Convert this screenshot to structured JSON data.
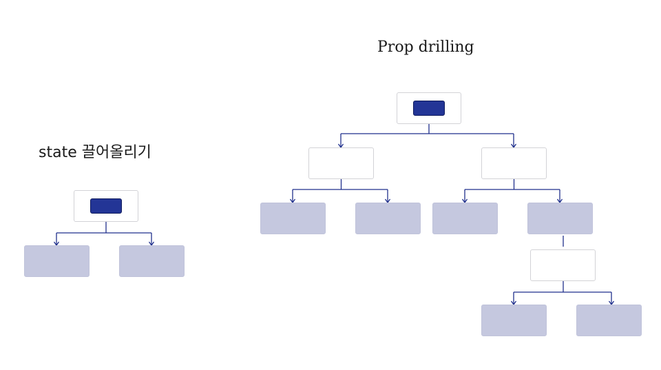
{
  "titles": {
    "left": "state 끌어올리기",
    "right": "Prop drilling"
  },
  "colors": {
    "connector": "#1f2f8c",
    "state_fill": "#233596",
    "filled_node": "#c5c8df",
    "outline_node_border": "#d2d2d6"
  },
  "diagrams": [
    {
      "name": "state-lifting-tree",
      "nodes": [
        {
          "id": "L-root",
          "kind": "outline",
          "holds_state": true
        },
        {
          "id": "L-child-1",
          "kind": "filled",
          "parent": "L-root"
        },
        {
          "id": "L-child-2",
          "kind": "filled",
          "parent": "L-root"
        }
      ]
    },
    {
      "name": "prop-drilling-tree",
      "nodes": [
        {
          "id": "R-root",
          "kind": "outline",
          "holds_state": true
        },
        {
          "id": "R-mid-1",
          "kind": "outline",
          "parent": "R-root"
        },
        {
          "id": "R-mid-2",
          "kind": "outline",
          "parent": "R-root"
        },
        {
          "id": "R-leaf-1",
          "kind": "filled",
          "parent": "R-mid-1"
        },
        {
          "id": "R-leaf-2",
          "kind": "filled",
          "parent": "R-mid-1"
        },
        {
          "id": "R-leaf-3",
          "kind": "filled",
          "parent": "R-mid-2"
        },
        {
          "id": "R-leaf-4",
          "kind": "filled",
          "parent": "R-mid-2"
        },
        {
          "id": "R-pass-through",
          "kind": "outline",
          "parent": "R-leaf-4"
        },
        {
          "id": "R-deep-1",
          "kind": "filled",
          "parent": "R-pass-through"
        },
        {
          "id": "R-deep-2",
          "kind": "filled",
          "parent": "R-pass-through"
        }
      ]
    }
  ]
}
